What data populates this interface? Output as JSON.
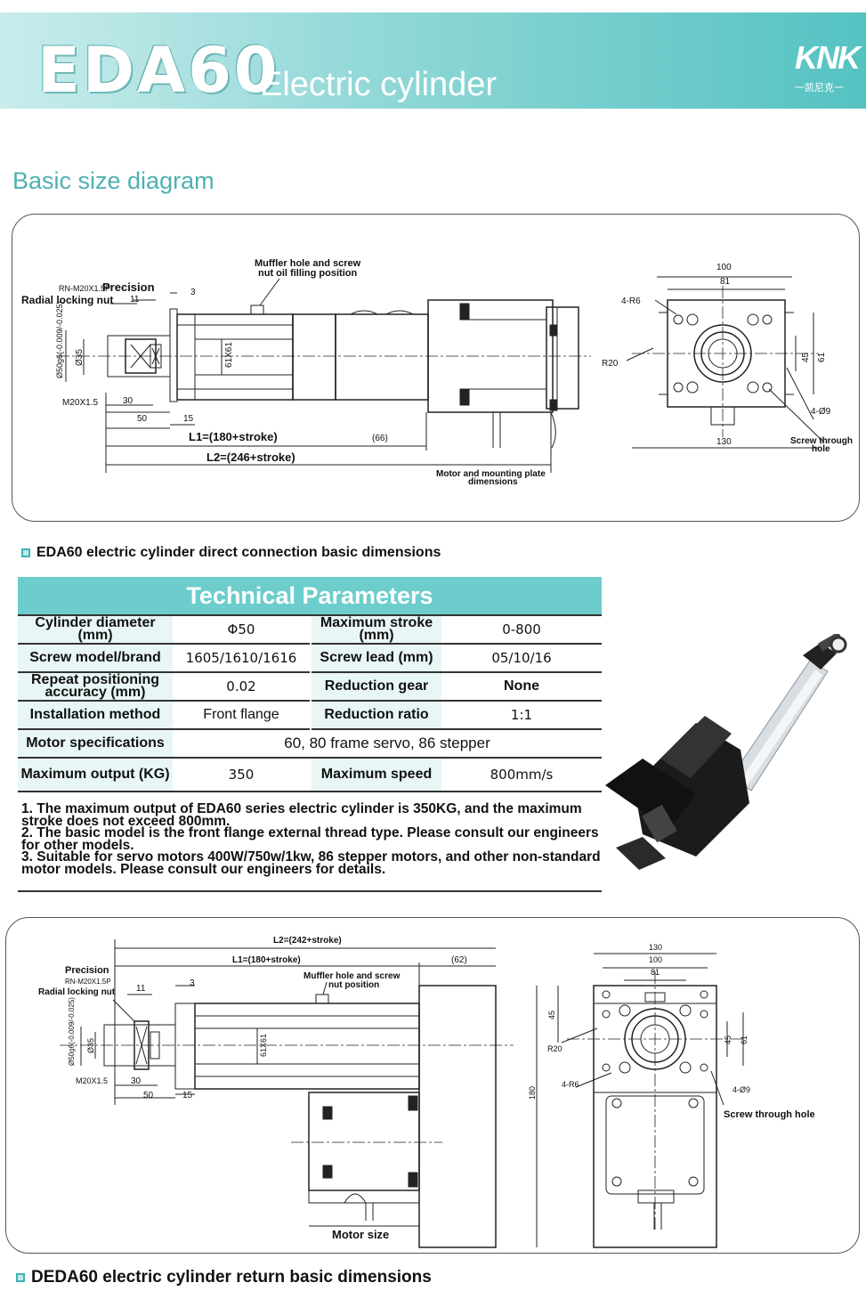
{
  "header": {
    "model": "EDA60",
    "subtitle": "Electric cylinder",
    "logo_text": "KNK",
    "logo_sub": "一凯尼克一"
  },
  "section_title": "Basic size diagram",
  "diagram1": {
    "labels": {
      "muffler": "Muffler hole and screw",
      "muffler2": "nut oil filling position",
      "rn": "RN-M20X1.5P",
      "precision": "Precision",
      "radial": "Radial locking nut",
      "d11": "11",
      "d3": "3",
      "phi50": "Ø50g6(-0.009/-0.025)",
      "phi35": "Ø35",
      "m20": "M20X1.5",
      "d30": "30",
      "d50": "50",
      "d15": "15",
      "sq61": "61X61",
      "l1": "L1=(180+stroke)",
      "l2": "L2=(246+stroke)",
      "d66": "(66)",
      "motor": "Motor and mounting plate",
      "motor2": "dimensions",
      "d100": "100",
      "d81": "81",
      "r6": "4-R6",
      "r20": "R20",
      "d45": "45",
      "d61": "61",
      "d130": "130",
      "hole9": "4-Ø9",
      "screw": "Screw through",
      "screw2": "hole"
    }
  },
  "caption1": "EDA60 electric cylinder direct connection basic dimensions",
  "table": {
    "title": "Technical Parameters",
    "r1": {
      "a": "Cylinder diameter (mm)",
      "b": "Φ50",
      "c": "Maximum stroke (mm)",
      "d": "0-800"
    },
    "r2": {
      "a": "Screw model/brand",
      "b": "1605/1610/1616",
      "c": "Screw lead (mm)",
      "d": "05/10/16"
    },
    "r3": {
      "a": "Repeat positioning accuracy (mm)",
      "b": "0.02",
      "c": "Reduction gear",
      "d": "None"
    },
    "r4": {
      "a": "Installation method",
      "b": "Front flange",
      "c": "Reduction ratio",
      "d": "1:1"
    },
    "r5": {
      "a": "Motor specifications",
      "b": "60, 80 frame servo, 86 stepper"
    },
    "r6": {
      "a": "Maximum output (KG)",
      "b": "350",
      "c": "Maximum speed",
      "d": "800mm/s"
    }
  },
  "notes": [
    "1. The maximum output of EDA60 series electric cylinder is 350KG, and the maximum stroke does not exceed 800mm.",
    "2. The basic model is the front flange external thread type. Please consult our engineers for other models.",
    "3. Suitable for servo motors 400W/750w/1kw, 86 stepper motors, and other non-standard motor models. Please consult our engineers for details."
  ],
  "diagram2": {
    "labels": {
      "l2": "L2=(242+stroke)",
      "l1": "L1=(180+stroke)",
      "d62": "(62)",
      "precision": "Precision",
      "rn": "RN-M20X1.5P",
      "radial": "Radial locking nut",
      "d11": "11",
      "d3": "3",
      "muffler": "Muffler hole and screw",
      "muffler2": "nut position",
      "phi50": "Ø50g6(-0.009/-0.025)",
      "phi35": "Ø35",
      "sq61": "61X61",
      "m20": "M20X1.5",
      "d30": "30",
      "d50": "50",
      "d15": "15",
      "motor": "Motor size",
      "d130": "130",
      "d100": "100",
      "d81": "81",
      "d45a": "45",
      "d45b": "45",
      "d61": "61",
      "r20": "R20",
      "r6": "4-R6",
      "hole9": "4-Ø9",
      "screw": "Screw through hole",
      "d180": "180"
    }
  },
  "caption2": "DEDA60 electric cylinder return basic dimensions"
}
